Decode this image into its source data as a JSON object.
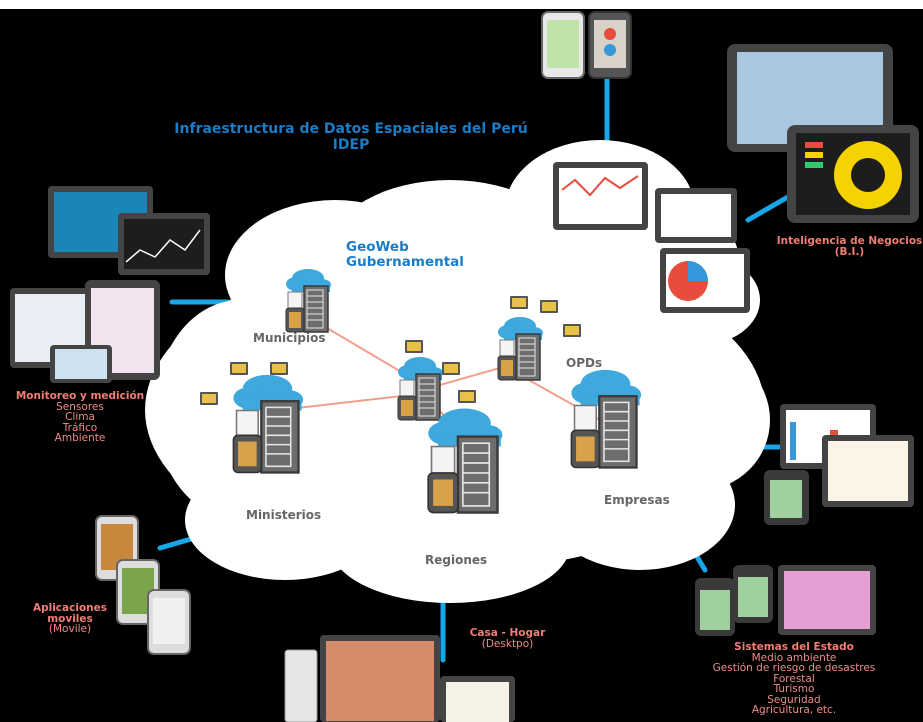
{
  "title": {
    "line1": "Infraestructura de Datos Espaciales del Perú",
    "line2": "IDEP"
  },
  "geoweb": {
    "line1": "GeoWeb",
    "line2": "Gubernamental"
  },
  "nodes": {
    "municipios": "Municipios",
    "opds": "OPDs",
    "ministerios": "Ministerios",
    "regiones": "Regiones",
    "empresas": "Empresas"
  },
  "labels": {
    "bi": {
      "heading": "Inteligencia de Negocios",
      "sub": "(B.I.)"
    },
    "monitoreo": {
      "heading": "Monitoreo y medición",
      "items": [
        "Sensores",
        "Clima",
        "Tráfico",
        "Ambiente"
      ]
    },
    "movil": {
      "heading1": "Aplicaciones",
      "heading2": "moviles",
      "sub": "(Movile)"
    },
    "casa": {
      "heading": "Casa - Hogar",
      "sub": "(Desktpo)"
    },
    "sistemas": {
      "heading": "Sistemas del Estado",
      "items": [
        "Medio ambiente",
        "Gestión de riesgo de desastres",
        "Forestal",
        "Turismo",
        "Seguridad",
        "Agricultura, etc."
      ]
    }
  },
  "colors": {
    "background": "#000000",
    "cloud": "#ffffff",
    "connector": "#17a6e8",
    "link": "#f2a08c",
    "title_blue": "#1b7cc6",
    "label_salmon": "#f27d74"
  },
  "icons": [
    "server-cluster-icon",
    "database-icon",
    "tablet-icon",
    "smartphone-icon",
    "monitor-icon",
    "desktop-computer-icon",
    "chart-icon",
    "map-icon"
  ]
}
